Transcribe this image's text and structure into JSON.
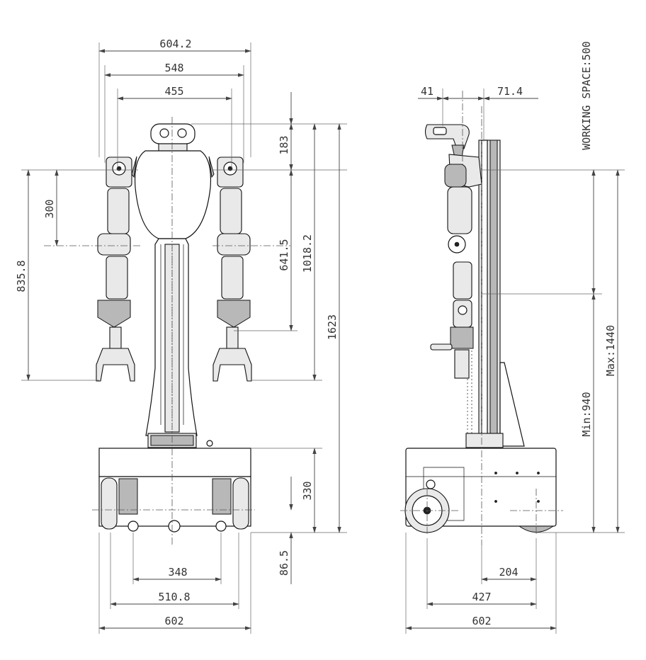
{
  "front_view": {
    "dimensions": {
      "d604": "604.2",
      "d548": "548",
      "d455": "455",
      "d183": "183",
      "d300": "300",
      "d835": "835.8",
      "d641": "641.5",
      "d1018": "1018.2",
      "d1623": "1623",
      "d330": "330",
      "d86": "86.5",
      "d348": "348",
      "d510": "510.8",
      "d602": "602"
    }
  },
  "side_view": {
    "dimensions": {
      "d41": "41",
      "d71": "71.4",
      "working": "WORKING SPACE:500",
      "min": "Min:940",
      "max": "Max:1440",
      "d204": "204",
      "d427": "427",
      "d602": "602"
    }
  },
  "colors": {
    "line": "#111111",
    "dimension": "#444444",
    "body_fill": "#e9e9e9",
    "dark_fill": "#b8b8b8"
  }
}
